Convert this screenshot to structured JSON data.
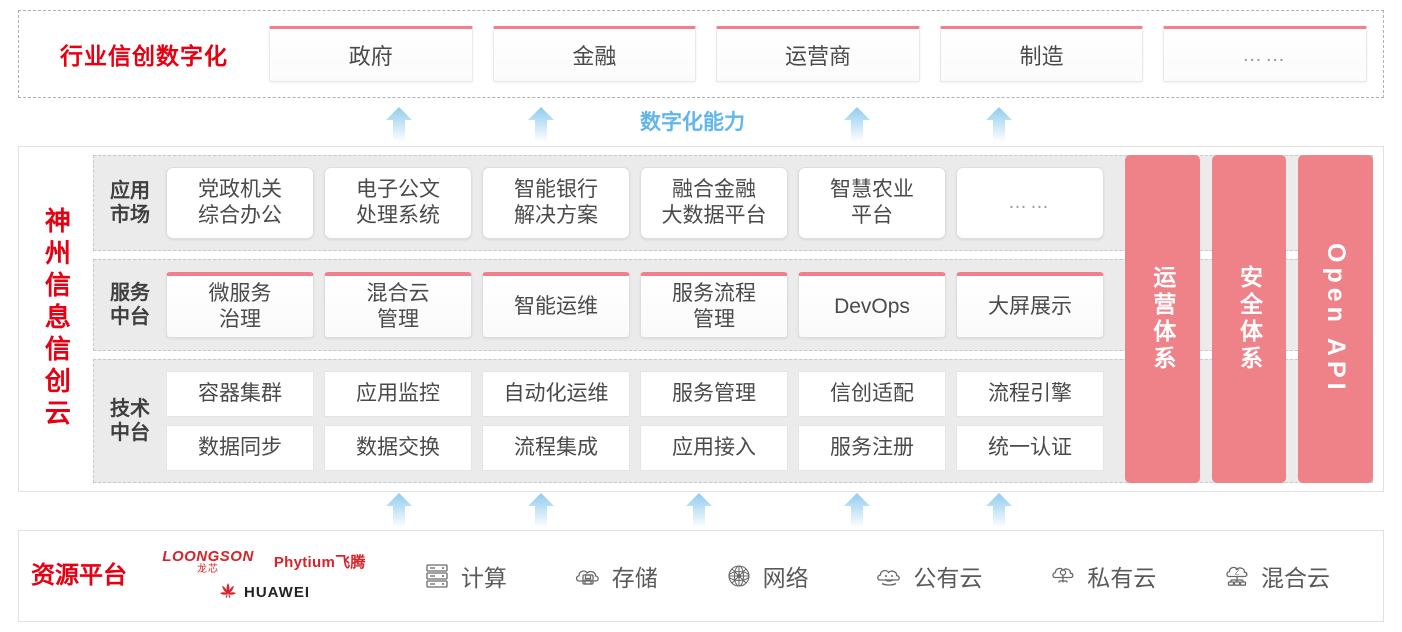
{
  "industry": {
    "title": "行业信创数字化",
    "boxes": [
      {
        "label": "政府"
      },
      {
        "label": "金融"
      },
      {
        "label": "运营商"
      },
      {
        "label": "制造"
      },
      {
        "label": "……"
      }
    ]
  },
  "capability_label": "数字化能力",
  "cloud": {
    "title": "神州信息信创云",
    "tiers": [
      {
        "label": "应用\n市场",
        "cells": [
          "党政机关\n综合办公",
          "电子公文\n处理系统",
          "智能银行\n解决方案",
          "融合金融\n大数据平台",
          "智慧农业\n平台",
          "……"
        ]
      },
      {
        "label": "服务\n中台",
        "cells": [
          "微服务\n治理",
          "混合云\n管理",
          "智能运维",
          "服务流程\n管理",
          "DevOps",
          "大屏展示"
        ]
      },
      {
        "label": "技术\n中台",
        "row1": [
          "容器集群",
          "应用监控",
          "自动化运维",
          "服务管理",
          "信创适配",
          "流程引擎"
        ],
        "row2": [
          "数据同步",
          "数据交换",
          "流程集成",
          "应用接入",
          "服务注册",
          "统一认证"
        ]
      }
    ],
    "pillars": [
      {
        "label": "运营体系",
        "latin": false
      },
      {
        "label": "安全体系",
        "latin": false
      },
      {
        "label": "Open API",
        "latin": true
      }
    ]
  },
  "resource": {
    "title": "资源平台",
    "logos": {
      "loongson_en": "LOONGSON",
      "loongson_cn": "龙芯",
      "phytium": "Phytium飞腾",
      "huawei": "HUAWEI"
    },
    "items": [
      {
        "label": "计算",
        "icon": "server-icon"
      },
      {
        "label": "存储",
        "icon": "storage-cloud-icon"
      },
      {
        "label": "网络",
        "icon": "network-icon"
      },
      {
        "label": "公有云",
        "icon": "public-cloud-icon"
      },
      {
        "label": "私有云",
        "icon": "private-cloud-icon"
      },
      {
        "label": "混合云",
        "icon": "hybrid-cloud-icon"
      }
    ]
  },
  "colors": {
    "brand_red": "#e60012",
    "pillar_pink": "#ef8189",
    "accent_top_border": "#f2808c",
    "arrow_blue": "#a9d8f2",
    "capability_text": "#63b6ea"
  }
}
